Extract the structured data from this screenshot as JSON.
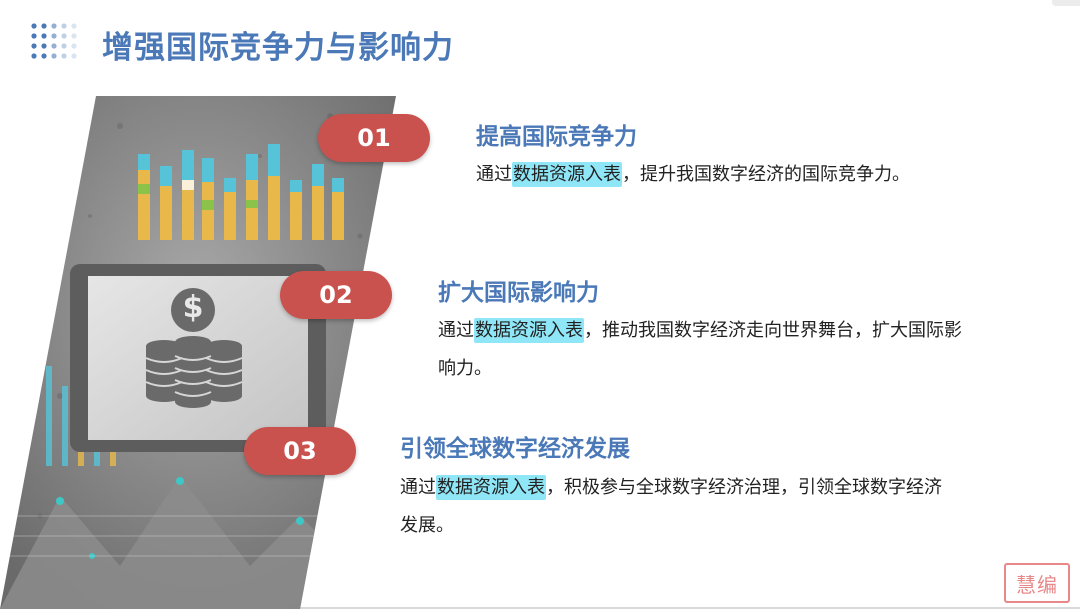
{
  "slide": {
    "title": "增强国际竞争力与影响力"
  },
  "items": [
    {
      "number": "01",
      "title": "提高国际竞争力",
      "body_pre": "通过",
      "body_highlight": "数据资源入表",
      "body_post": "，提升我国数字经济的国际竞争力。"
    },
    {
      "number": "02",
      "title": "扩大国际影响力",
      "body_pre": "通过",
      "body_highlight": "数据资源入表",
      "body_post": "，推动我国数字经济走向世界舞台，扩大国际影响力。"
    },
    {
      "number": "03",
      "title": "引领全球数字经济发展",
      "body_pre": "通过",
      "body_highlight": "数据资源入表",
      "body_post": "，积极参与全球数字经济治理，引领全球数字经济发展。"
    }
  ],
  "hero_image": {
    "icon": "dollar-coins-icon",
    "symbol": "$"
  },
  "stamp": {
    "icon": "seal-stamp-icon",
    "text": "慧编"
  },
  "colors": {
    "title_blue": "#4b79b8",
    "pill_red": "#c9524e",
    "highlight_cyan": "#8fe6f6",
    "text_dark": "#222222"
  }
}
